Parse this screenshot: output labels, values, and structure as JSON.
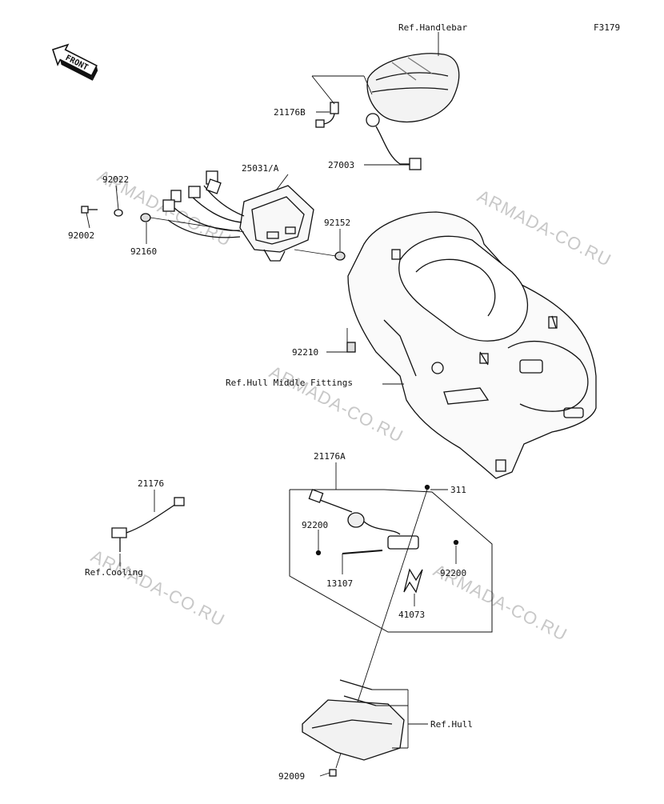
{
  "figure_code": "F3179",
  "front_label": "FRONT",
  "watermark": "ARMADA-CO.RU",
  "parts": [
    {
      "id": "ref-handlebar",
      "text": "Ref.Handlebar"
    },
    {
      "id": "p21176b",
      "text": "21176B"
    },
    {
      "id": "p27003",
      "text": "27003"
    },
    {
      "id": "p25031a",
      "text": "25031/A"
    },
    {
      "id": "p92022",
      "text": "92022"
    },
    {
      "id": "p92002",
      "text": "92002"
    },
    {
      "id": "p92160",
      "text": "92160"
    },
    {
      "id": "p92152",
      "text": "92152"
    },
    {
      "id": "p92210",
      "text": "92210"
    },
    {
      "id": "ref-hull-middle",
      "text": "Ref.Hull Middle Fittings"
    },
    {
      "id": "p21176a",
      "text": "21176A"
    },
    {
      "id": "p311",
      "text": "311"
    },
    {
      "id": "p92200a",
      "text": "92200"
    },
    {
      "id": "p13107",
      "text": "13107"
    },
    {
      "id": "p92200b",
      "text": "92200"
    },
    {
      "id": "p41073",
      "text": "41073"
    },
    {
      "id": "p21176",
      "text": "21176"
    },
    {
      "id": "ref-cooling",
      "text": "Ref.Cooling"
    },
    {
      "id": "ref-hull",
      "text": "Ref.Hull"
    },
    {
      "id": "p92009",
      "text": "92009"
    }
  ]
}
